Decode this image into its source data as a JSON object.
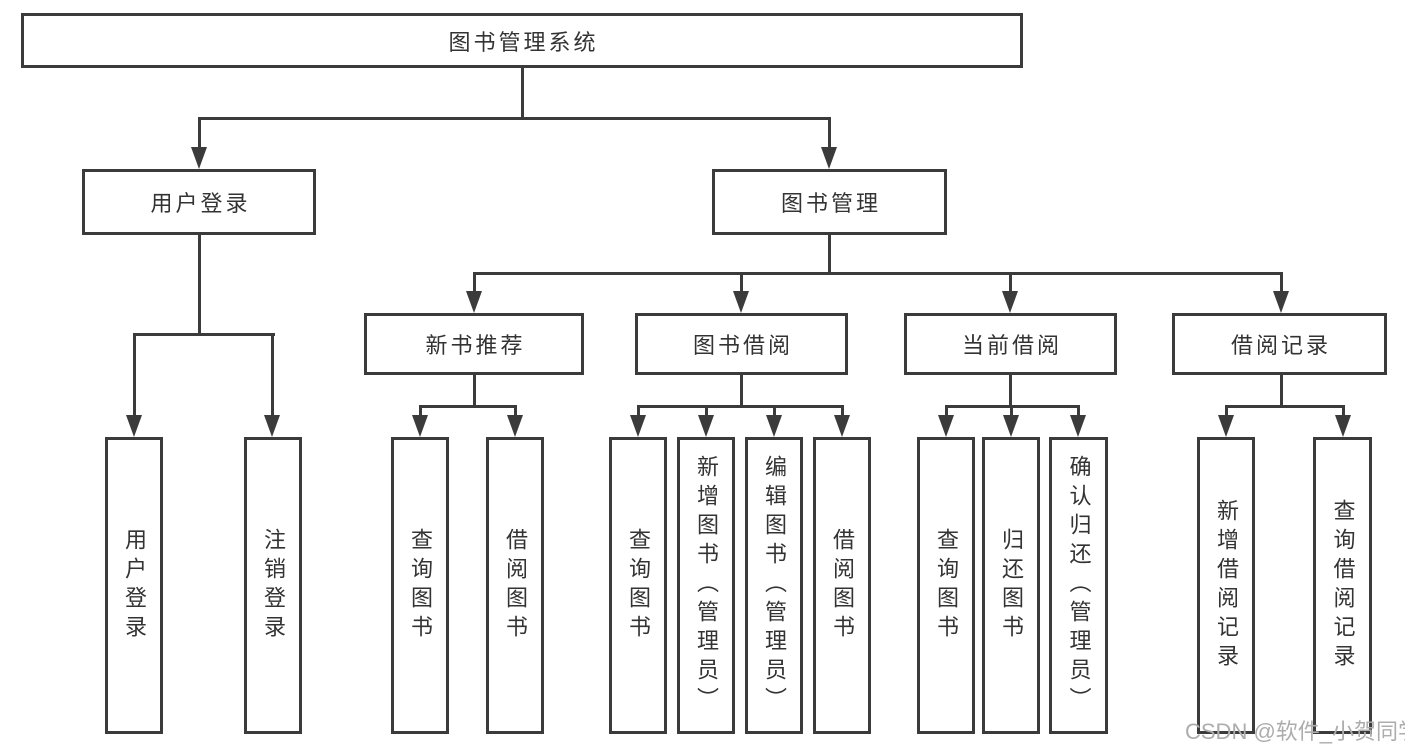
{
  "diagram": {
    "root": "图书管理系统",
    "branches": {
      "login": {
        "label": "用户登录",
        "children": [
          "用户登录",
          "注销登录"
        ]
      },
      "manage": {
        "label": "图书管理",
        "sections": [
          {
            "label": "新书推荐",
            "children": [
              "查询图书",
              "借阅图书"
            ]
          },
          {
            "label": "图书借阅",
            "children": [
              "查询图书",
              "新增图书（管理员）",
              "编辑图书（管理员）",
              "借阅图书"
            ]
          },
          {
            "label": "当前借阅",
            "children": [
              "查询图书",
              "归还图书",
              "确认归还（管理员）"
            ]
          },
          {
            "label": "借阅记录",
            "children": [
              "新增借阅记录",
              "查询借阅记录"
            ]
          }
        ]
      }
    },
    "watermark": "CSDN @软件_小贺同学",
    "colors": {
      "line": "#3b3b3b",
      "text": "#333333",
      "watermark": "#adadad",
      "background": "#ffffff"
    }
  }
}
